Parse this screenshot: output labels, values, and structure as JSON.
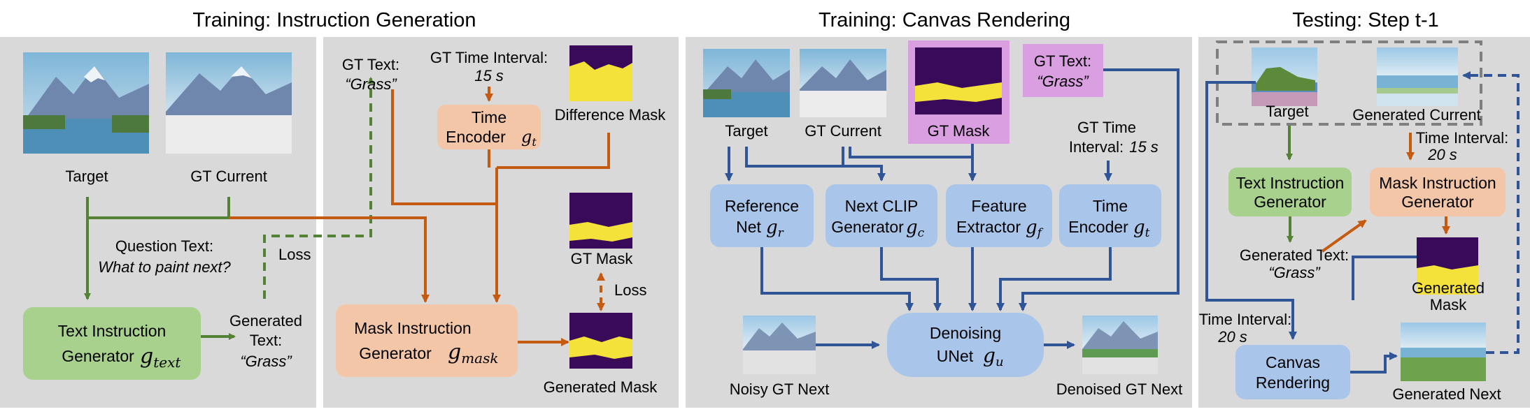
{
  "titles": {
    "instruction_generation": "Training: Instruction Generation",
    "canvas_rendering": "Training: Canvas Rendering",
    "testing": "Testing: Step t-1"
  },
  "panel1": {
    "target": "Target",
    "gt_current": "GT Current",
    "question_line1": "Question Text:",
    "question_line2": "What to paint next?",
    "loss": "Loss",
    "text_gen_line1": "Text Instruction",
    "text_gen_line2": "Generator",
    "text_gen_symbol": "g",
    "text_gen_sub": "text",
    "generated_line1": "Generated",
    "generated_line2": "Text:",
    "generated_line3": "“Grass”",
    "gt_text_line1": "GT Text:",
    "gt_text_line2": "“Grass”",
    "gt_time_line1": "GT Time Interval:",
    "gt_time_line2": "15 s",
    "time_enc_line1": "Time",
    "time_enc_line2": "Encoder",
    "time_enc_symbol": "g",
    "time_enc_sub": "t",
    "difference_mask": "Difference Mask",
    "gt_mask": "GT Mask",
    "loss2": "Loss",
    "mask_gen_line1": "Mask Instruction",
    "mask_gen_line2": "Generator",
    "mask_gen_symbol": "g",
    "mask_gen_sub": "mask",
    "generated_mask": "Generated Mask"
  },
  "panel2": {
    "target": "Target",
    "gt_current": "GT Current",
    "gt_mask": "GT Mask",
    "gt_text_line1": "GT Text:",
    "gt_text_line2": "“Grass”",
    "gt_time_line1": "GT Time",
    "gt_time_line2": "Interval:",
    "gt_time_value": "15 s",
    "ref_line1": "Reference",
    "ref_line2": "Net",
    "ref_symbol": "g",
    "ref_sub": "r",
    "clip_line1": "Next CLIP",
    "clip_line2": "Generator",
    "clip_symbol": "g",
    "clip_sub": "c",
    "feat_line1": "Feature",
    "feat_line2": "Extractor",
    "feat_symbol": "g",
    "feat_sub": "f",
    "time_line1": "Time",
    "time_line2": "Encoder",
    "time_symbol": "g",
    "time_sub": "t",
    "noisy": "Noisy GT Next",
    "unet_line1": "Denoising",
    "unet_line2": "UNet",
    "unet_symbol": "g",
    "unet_sub": "u",
    "denoised": "Denoised GT Next"
  },
  "panel3": {
    "target": "Target",
    "generated_current": "Generated Current",
    "time_interval_line1": "Time Interval:",
    "time_interval_line2": "20 s",
    "text_gen_line1": "Text Instruction",
    "text_gen_line2": "Generator",
    "mask_gen_line1": "Mask Instruction",
    "mask_gen_line2": "Generator",
    "generated_text_line1": "Generated Text:",
    "generated_text_line2": "“Grass”",
    "generated_mask_line1": "Generated",
    "generated_mask_line2": "Mask",
    "time_interval2_line1": "Time Interval:",
    "time_interval2_line2": "20 s",
    "canvas_line1": "Canvas",
    "canvas_line2": "Rendering",
    "generated_next": "Generated Next"
  },
  "colors": {
    "panel_bg": "#d9d9d9",
    "green_box": "#a9d18e",
    "orange_box": "#f4c6a8",
    "blue_box": "#a9c6ea",
    "pink_box": "#d99fe0",
    "green_arrow": "#548235",
    "orange_arrow": "#c55a11",
    "blue_arrow": "#2f5597",
    "mask_purple": "#3a0a5a",
    "mask_yellow": "#f4e23a"
  }
}
